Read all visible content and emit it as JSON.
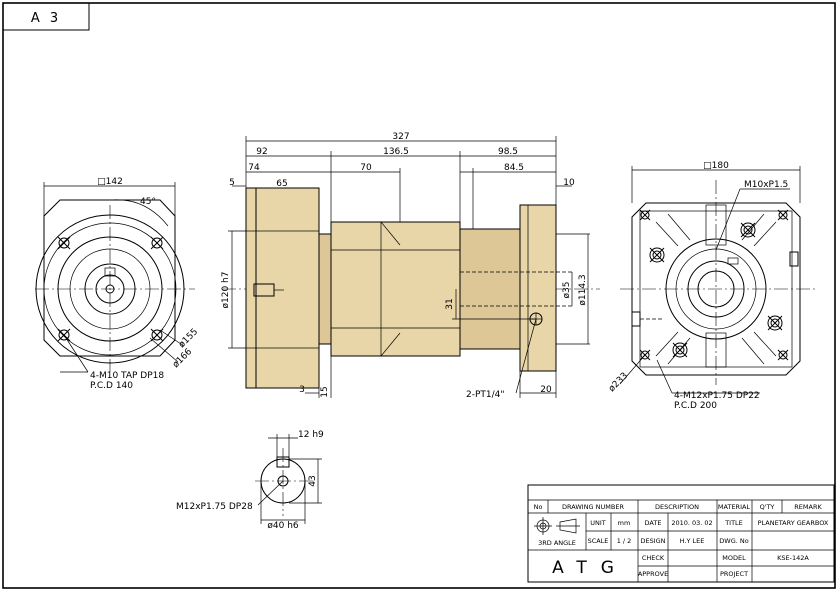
{
  "sheet": {
    "size_label": "A 3"
  },
  "colors": {
    "body_fill": "#e8d6a8",
    "body_fill_dark": "#dec796",
    "line": "#000000"
  },
  "front_view": {
    "square": "□142",
    "angle": "45°",
    "dia1": "ø155",
    "dia2": "ø166",
    "tap_note": "4-M10 TAP DP18",
    "pcd_note": "P.C.D 140"
  },
  "side_view": {
    "overall": "327",
    "seg_a": "92",
    "seg_b": "136.5",
    "seg_c": "98.5",
    "sub_74": "74",
    "sub_65": "65",
    "sub_5": "5",
    "sub_70": "70",
    "sub_845": "84.5",
    "sub_10": "10",
    "dia_120": "ø120 h7",
    "dia_35": "ø35",
    "dia_1143": "ø114.3",
    "dim_31": "31",
    "dim_3": "3",
    "dim_15": "15",
    "dim_20": "20",
    "port_note": "2-PT1/4\""
  },
  "rear_view": {
    "square": "□180",
    "m10_note": "M10xP1.5",
    "dia_233": "ø233",
    "tap_note": "4-M12xP1.75 DP22",
    "pcd_note": "P.C.D 200"
  },
  "shaft_view": {
    "key": "12 h9",
    "height": "43",
    "tap_note": "M12xP1.75 DP28",
    "dia": "ø40 h6"
  },
  "title_block": {
    "col_no": "No",
    "col_drawing_number": "DRAWING NUMBER",
    "col_description": "DESCRIPTION",
    "col_material": "MATERIAL",
    "col_qty": "Q'TY",
    "col_remark": "REMARK",
    "projection": "3RD ANGLE",
    "unit_label": "UNIT",
    "unit_value": "mm",
    "scale_label": "SCALE",
    "scale_value": "1 / 2",
    "date_label": "DATE",
    "date_value": "2010. 03. 02",
    "design_label": "DESIGN",
    "design_value": "H.Y LEE",
    "check_label": "CHECK",
    "approve_label": "APPROVE",
    "title_label": "TITLE",
    "title_value": "PLANETARY GEARBOX",
    "dwg_label": "DWG. No",
    "model_label": "MODEL",
    "model_value": "KSE-142A",
    "project_label": "PROJECT",
    "logo": "ATG"
  }
}
